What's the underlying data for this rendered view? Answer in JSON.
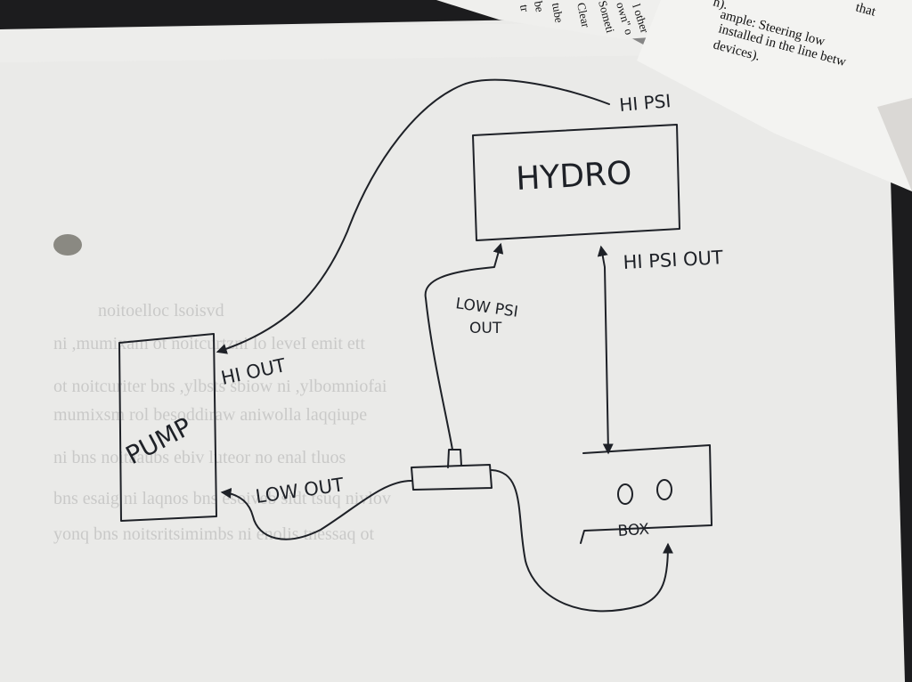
{
  "colors": {
    "background": "#1c1c1e",
    "paper": "#ececea",
    "ink": "#1e2127",
    "printed_text": "#111111"
  },
  "top_paper": {
    "fragments": [
      "tr",
      "be",
      "tube",
      "Clear",
      "Someti",
      "own\" o",
      "l other"
    ]
  },
  "corner_paper": {
    "lines": [
      "n).",
      "ample: Steering low",
      "installed in the line betw",
      "devices)."
    ],
    "fragment_top": "that"
  },
  "diagram": {
    "boxes": {
      "hydro": "HYDRO",
      "pump": "PUMP",
      "box": "BOX",
      "box_gauges": "O O"
    },
    "labels": {
      "hi_psi_in": "HI PSI",
      "hi_psi_out": "HI PSI OUT",
      "low_psi_out_line1": "LOW PSI",
      "low_psi_out_line2": "OUT",
      "hi_out": "HI OUT",
      "low_out": "LOW OUT"
    }
  },
  "ghost_text": {
    "lines": [
      "noitoelloc lsoisvd",
      "ni ,mumixam ot noitcurtzni lo leveI emit ett",
      "ot noitcuriter bns ,ylbsts sbiow ni ,ylbomniofai",
      "mumixsm rol besoddiraw aniwolla laqqiupe",
      "ni bns noitaaubs ebiv luteor no enal tluos",
      "bns esaig ni laqnos bns esoiveb sidt tsuq nivlov",
      "yonq bns noitsritsimimbs ni enolis tnessaq ot"
    ]
  }
}
